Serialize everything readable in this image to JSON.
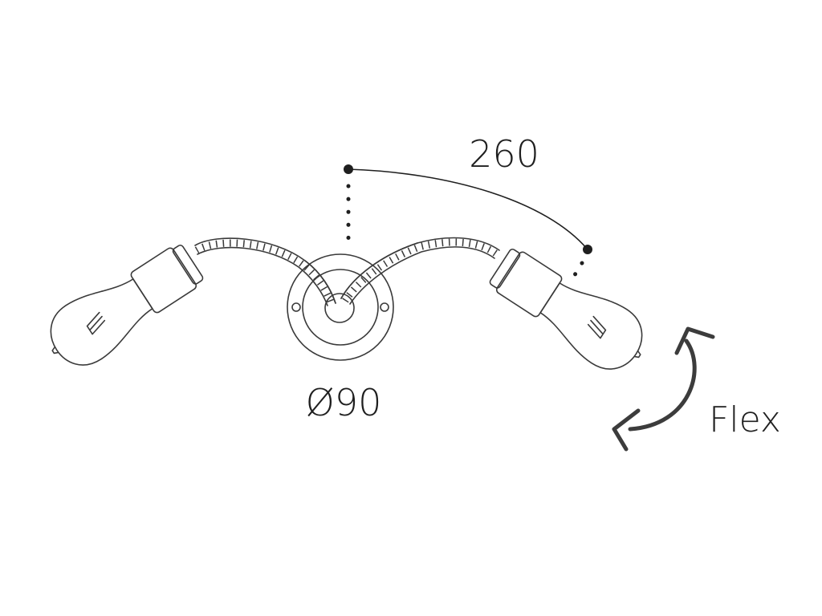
{
  "labels": {
    "arm_length": "260",
    "base_diameter": "Ø90",
    "flex": "Flex"
  },
  "colors": {
    "line": "#3a3a3a",
    "text": "#1f1f1f",
    "flex_arrow": "#3c3c3c",
    "background": "#ffffff"
  },
  "icons": {
    "flex_arrow": "curved-double-arrow-icon",
    "bulb": "edison-bulb-icon",
    "base": "round-wall-plate-icon"
  }
}
